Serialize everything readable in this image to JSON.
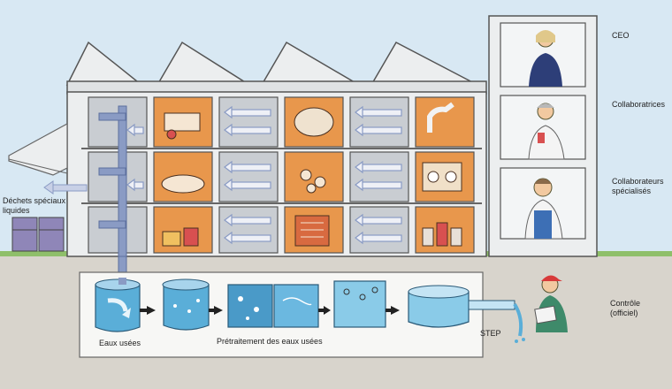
{
  "labels": {
    "ceo": "CEO",
    "collaboratrices": "Collaboratrices",
    "collaborateurs": "Collaborateurs\nspécialisés",
    "dechets": "Déchets spéciaux\nliquides",
    "eaux_usees": "Eaux usées",
    "pretraitement": "Prétraitement des eaux usées",
    "step": "STEP",
    "controle": "Contrôle\n(officiel)"
  },
  "colors": {
    "sky": "#d8e8f3",
    "wall": "#eceeef",
    "lab": "#e8974c",
    "office": "#c9cdd2",
    "pipe": "#8a9bc4",
    "water": "#5aaed8",
    "ground": "#d8d4cc",
    "grass": "#8fbf6a"
  },
  "icons": {
    "row1": [
      "pipe-icon",
      "lab-bench-icon",
      "arrow-left-icon",
      "drum-icon",
      "arrow-left-icon",
      "chimney-icon"
    ],
    "row2": [
      "pipe-icon",
      "tray-icon",
      "arrow-left-icon",
      "pellets-icon",
      "arrow-left-icon",
      "dryer-icon"
    ],
    "row3": [
      "pipe-icon",
      "food-prep-icon",
      "arrow-left-icon",
      "grill-icon",
      "arrow-left-icon",
      "barrels-icon"
    ]
  }
}
